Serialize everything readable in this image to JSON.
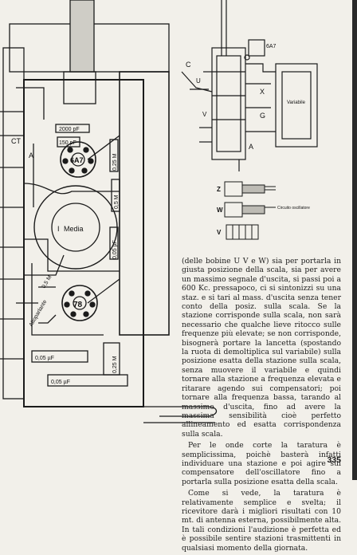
{
  "schematic_labels": {
    "ct": "CT",
    "a_left": "A",
    "cap_top": "2000 pF",
    "cap_150": "150 pF",
    "cap_025_right": "0,25 M",
    "cap_05_upper": "0,5 M",
    "tube_647": "6A7",
    "media": "Media",
    "i_label": "I",
    "cap_05_mid": "0,05 µF",
    "cap_025_mid": "0,25 M",
    "cap_05_low": "0,5 M",
    "tube_78": "78",
    "speaker": "Altoparlante",
    "cap_005_left": "0,05 µF",
    "cap_005_bottom": "0,05 µF"
  },
  "diagram_labels": {
    "tube": "6A7",
    "c": "C",
    "u": "U",
    "v": "V",
    "x": "X",
    "g": "G",
    "a": "A",
    "variabile": "Variabile",
    "z": "Z",
    "w": "W",
    "zx_note": "Circuito oscillatore",
    "v_coil": "V"
  },
  "article": {
    "paragraphs": [
      "(delle bobine U V e W) sia per portarla in giusta posizione della scala, sia per avere un massimo segnale d'uscita, si passi poi a 600 Kc. pressapoco, ci si sintonizzi su una staz. e si tari al mass. d'uscita senza tener conto della posiz. sulla scala. Se la stazione corrisponde sulla scala, non sarà necessario che qualche lieve ritocco sulle frequenze più elevate; se non corrisponde, bisognerà portare la lancetta (spostando la ruota di demoltiplica sul variabile) sulla posizione esatta della stazione sulla scala, senza muovere il variabile e quindi tornare alla stazione a frequenza elevata e ritarare agendo sui compensatori; poi tornare alla frequenza bassa, tarando al massimo d'uscita, fino ad avere la massima sensibilità cioè perfetto allineamento ed esatta corrispondenza sulla scala.",
      "Per le onde corte la taratura è semplicissima, poichè basterà infatti individuare una stazione e poi agire sul compensatore dell'oscillatore fino a portarla sulla posizione esatta della scala.",
      "Come si vede, la taratura è relativamente semplice e svelta; il ricevitore darà i migliori risultati con 10 mt. di antenna esterna, possibilmente alta. In tali condizioni l'audizione è perfetta ed è possibile sentire stazioni trasmittenti in qualsiasi momento della giornata."
    ]
  },
  "page_number": "335"
}
